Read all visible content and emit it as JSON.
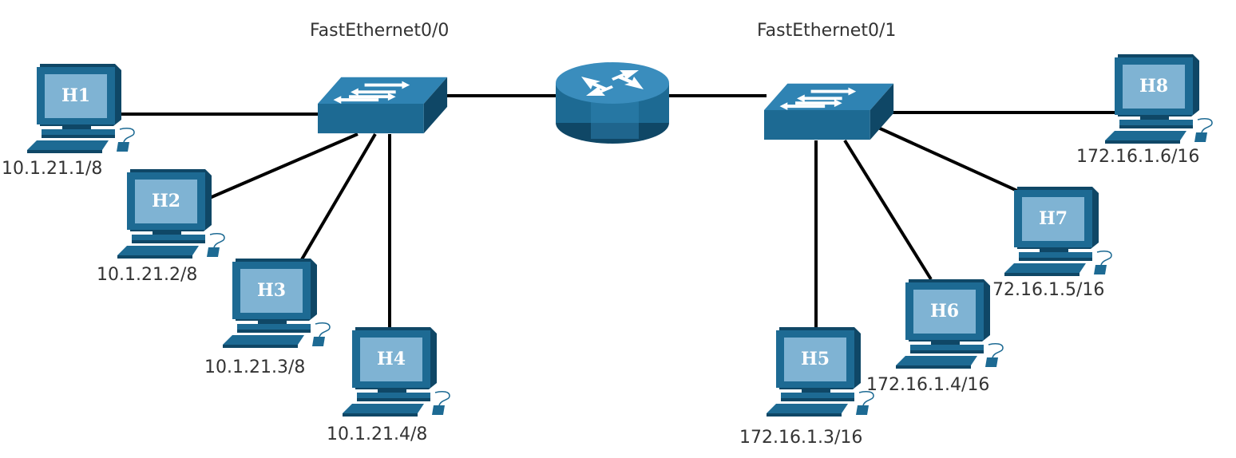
{
  "interfaces": {
    "left": "FastEthernet0/0",
    "right": "FastEthernet0/1"
  },
  "devices": {
    "router": {
      "icon": "router-icon"
    },
    "switch_left": {
      "icon": "switch-icon"
    },
    "switch_right": {
      "icon": "switch-icon"
    }
  },
  "hosts": [
    {
      "name": "H1",
      "address": "10.1.21.1/8"
    },
    {
      "name": "H2",
      "address": "10.1.21.2/8"
    },
    {
      "name": "H3",
      "address": "10.1.21.3/8"
    },
    {
      "name": "H4",
      "address": "10.1.21.4/8"
    },
    {
      "name": "H5",
      "address": "172.16.1.3/16"
    },
    {
      "name": "H6",
      "address": "172.16.1.4/16"
    },
    {
      "name": "H7",
      "address": "72.16.1.5/16"
    },
    {
      "name": "H8",
      "address": "172.16.1.6/16"
    }
  ],
  "colors": {
    "device_blue": "#1d6a93",
    "device_dark": "#0f4766",
    "screen": "#7fb3d3",
    "link": "#000000",
    "text": "#333333"
  }
}
